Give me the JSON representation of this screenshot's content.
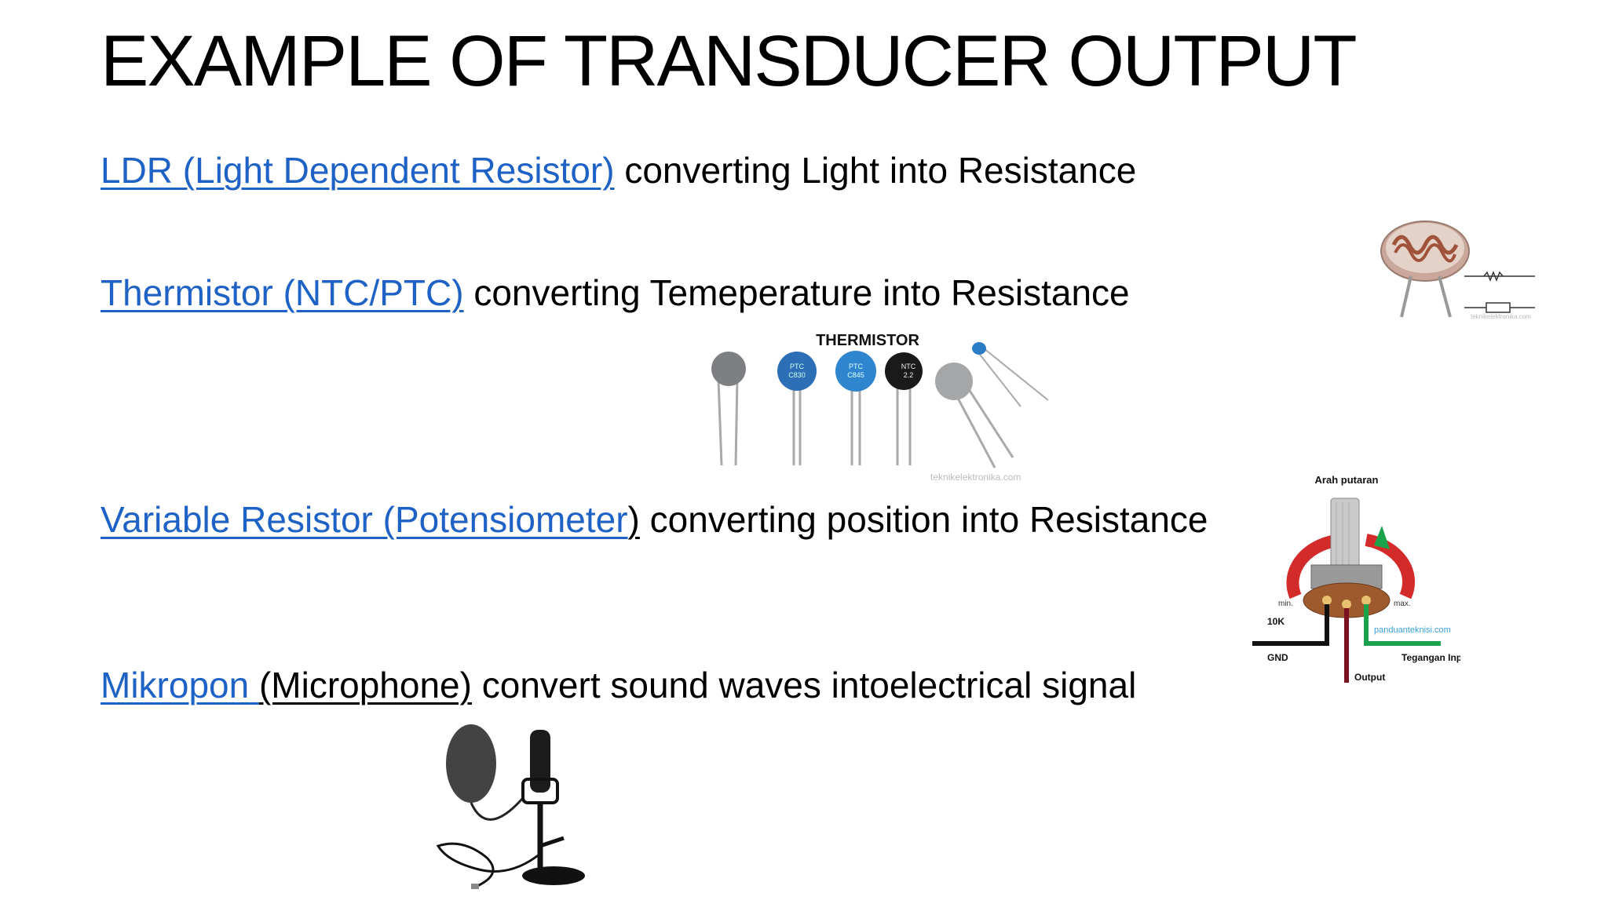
{
  "title": "EXAMPLE OF TRANSDUCER OUTPUT",
  "items": [
    {
      "link": "LDR (Light Dependent Resistor)",
      "rest": " converting Light into Resistance"
    },
    {
      "link": "Thermistor (NTC/PTC)",
      "rest": " converting Temeperature into Resistance"
    },
    {
      "link": "Variable Resistor (Potensiometer",
      "link_tail": ")",
      "rest": " converting position into Resistance"
    },
    {
      "link": "Mikropon ",
      "link_tail": "(Microphone)",
      "rest": " convert sound waves intoelectrical signal"
    }
  ],
  "thermistor_figure": {
    "caption": "THERMISTOR",
    "watermark": "teknikelektronika.com",
    "labels": [
      "PTC",
      "C830",
      "PTC",
      "C845",
      "NTC",
      "2.2"
    ]
  },
  "pot_figure": {
    "caption": "Arah putaran",
    "min": "min.",
    "max": "max.",
    "value": "10K",
    "gnd": "GND",
    "output": "Output",
    "input": "Tegangan Input",
    "watermark": "panduanteknisi.com"
  },
  "ldr_figure": {
    "watermark": "teknikelektronika.com"
  },
  "colors": {
    "link": "#1f62c6",
    "text": "#000000"
  }
}
